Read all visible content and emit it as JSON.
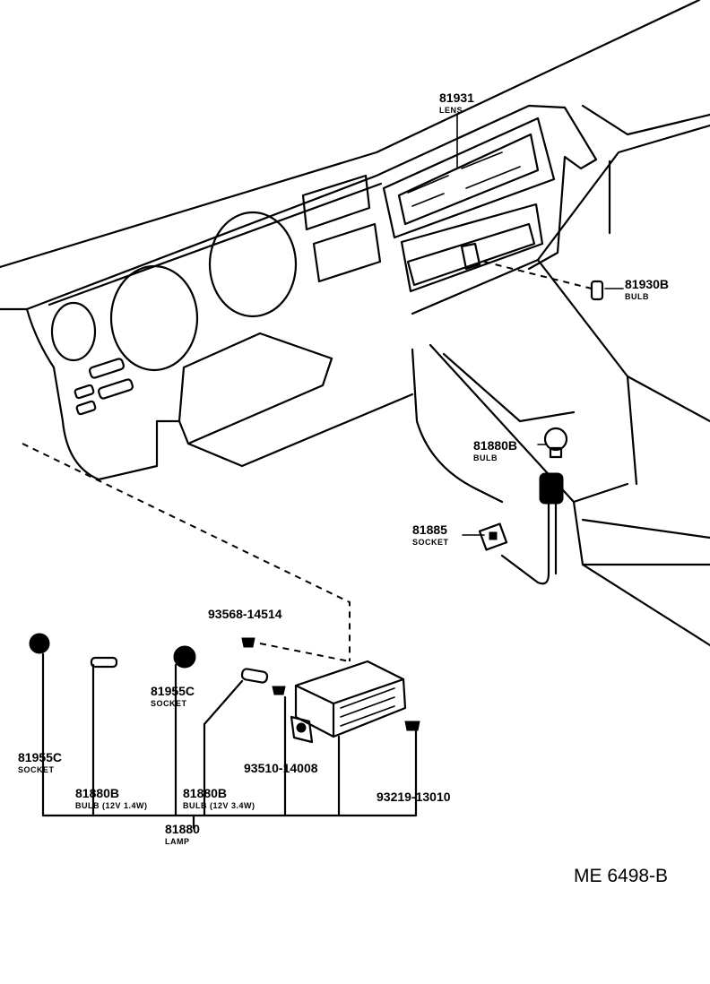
{
  "callouts": {
    "lens": {
      "number": "81931",
      "desc": "LENS"
    },
    "bulb_81930b": {
      "number": "81930B",
      "desc": "BULB"
    },
    "bulb_81880b": {
      "number": "81880B",
      "desc": "BULB"
    },
    "socket_81885": {
      "number": "81885",
      "desc": "SOCKET"
    },
    "screw_93568": {
      "number": "93568-14514"
    },
    "socket_81955c_mid": {
      "number": "81955C",
      "desc": "SOCKET"
    },
    "socket_81955c_left": {
      "number": "81955C",
      "desc": "SOCKET"
    },
    "bulb_81880b_small": {
      "number": "81880B",
      "desc": "BULB (12V 1.4W)"
    },
    "bulb_81880b_large": {
      "number": "81880B",
      "desc": "BULB (12V 3.4W)"
    },
    "screw_93510": {
      "number": "93510-14008"
    },
    "screw_93219": {
      "number": "93219-13010"
    },
    "lamp": {
      "number": "81880",
      "desc": "LAMP"
    }
  },
  "drawing_code": "ME 6498-B"
}
